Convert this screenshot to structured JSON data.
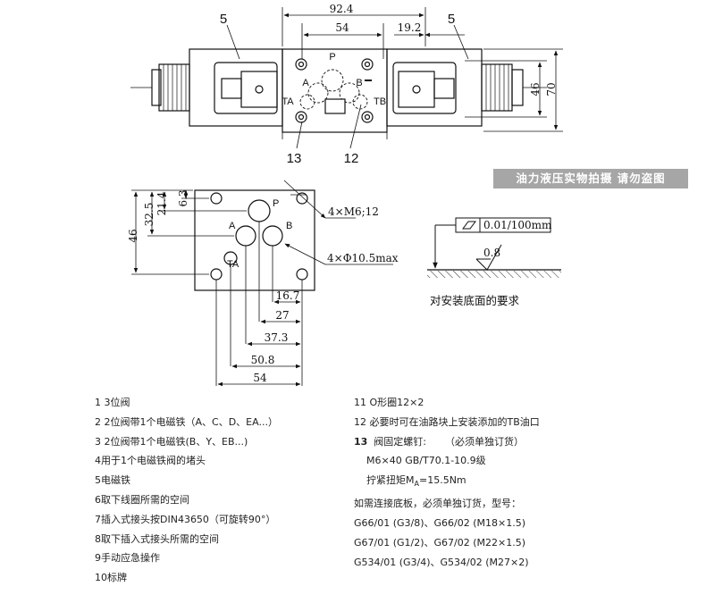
{
  "top_view": {
    "dims": {
      "overall": "92.4",
      "inner": "54",
      "offset": "19.2",
      "height_inner": "46",
      "height_outer": "70"
    },
    "callouts": {
      "left_solenoid": "5",
      "right_solenoid": "5",
      "left_bottom": "13",
      "right_bottom": "12"
    },
    "ports": {
      "p": "P",
      "a": "A",
      "b": "B",
      "ta": "TA",
      "tb": "TB"
    }
  },
  "banner": "油力液压实物拍摄 请勿盗图",
  "mount_view": {
    "dims": {
      "d63": "6.3",
      "d214": "21.4",
      "d325": "32.5",
      "d46": "46",
      "d167": "16.7",
      "d27": "27",
      "d373": "37.3",
      "d508": "50.8",
      "d54": "54"
    },
    "callouts": {
      "screw": "4×M6;12",
      "hole": "4×Φ10.5max"
    },
    "ports": {
      "p": "P",
      "a": "A",
      "b": "B",
      "ta": "TA"
    }
  },
  "surface_spec": {
    "flatness": "0.01/100mm",
    "roughness": "0.8",
    "caption": "对安装底面的要求"
  },
  "legend_left": [
    "1  3位阀",
    "2  2位阀带1个电磁铁（A、C、D、EA...）",
    "3  2位阀带1个电磁铁(B、Y、EB...)",
    "4用于1个电磁铁阀的堵头",
    "5电磁铁",
    "6取下线圈所需的空间",
    "7插入式接头按DIN43650（可旋转90°）",
    "8取下插入式接头所需的空间",
    "9手动应急操作",
    "10标牌"
  ],
  "legend_right": {
    "item11": "11  O形圈12×2",
    "item12": "12  必要时可在油路块上安装添加的TB油口",
    "item13_num": "13",
    "item13_text": "  阀固定螺钉:      （必须单独订货）",
    "screw_spec": "M6×40 GB/T70.1-10.9级",
    "torque_prefix": "拧紧扭矩M",
    "torque_sub": "A",
    "torque_value": "=15.5Nm",
    "plate_note": "如需连接底板，必须单独订货，型号：",
    "plates": [
      "G66/01 (G3/8)、G66/02 (M18×1.5)",
      "G67/01 (G1/2)、G67/02 (M22×1.5)",
      "G534/01 (G3/4)、G534/02 (M27×2)"
    ]
  }
}
